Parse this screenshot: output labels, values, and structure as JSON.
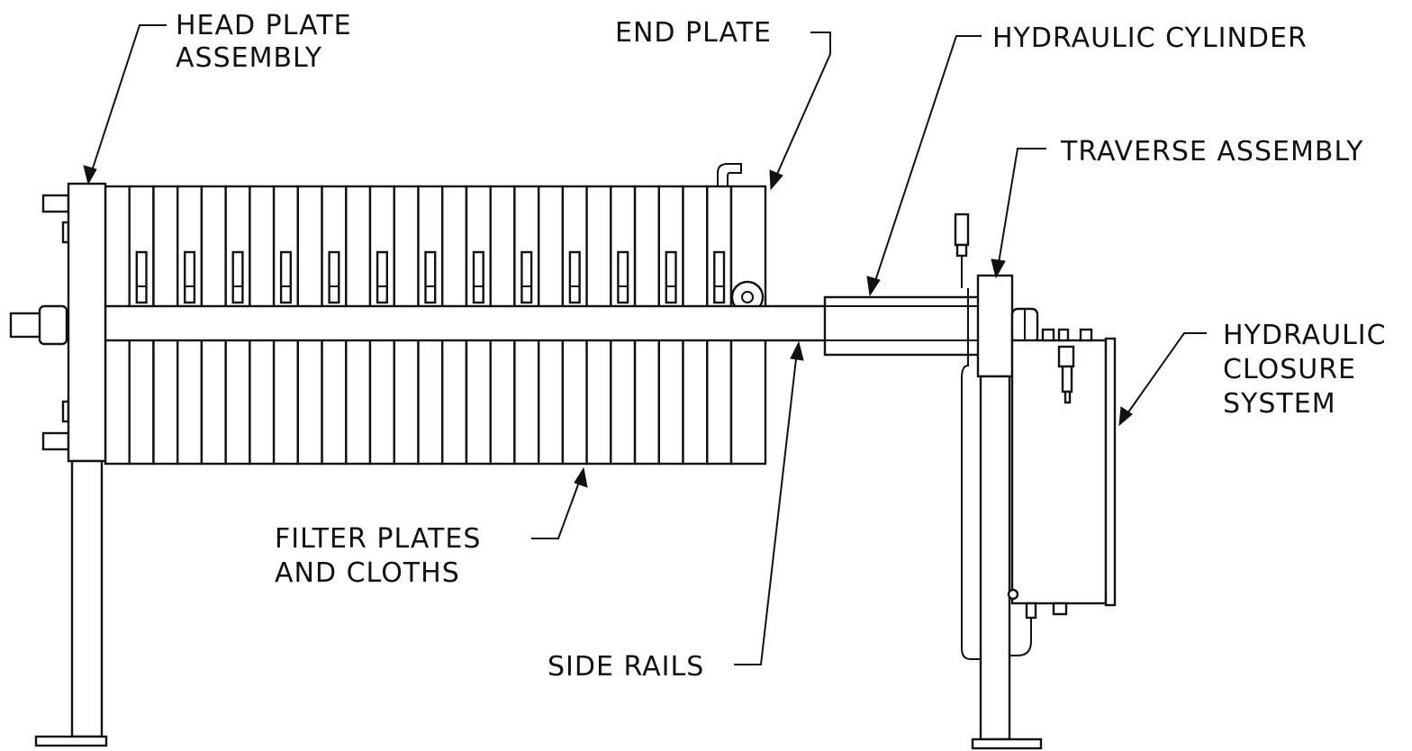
{
  "callouts": {
    "head_plate_line1": "HEAD PLATE",
    "head_plate_line2": "ASSEMBLY",
    "end_plate": "END PLATE",
    "hydraulic_cylinder": "HYDRAULIC CYLINDER",
    "traverse_assembly": "TRAVERSE ASSEMBLY",
    "closure_line1": "HYDRAULIC",
    "closure_line2": "CLOSURE",
    "closure_line3": "SYSTEM",
    "filter_plates_line1": "FILTER PLATES",
    "filter_plates_line2": "AND CLOTHS",
    "side_rails": "SIDE RAILS"
  },
  "filter_plate_count": 26,
  "colors": {
    "ink": "#111111",
    "paper": "#ffffff"
  }
}
